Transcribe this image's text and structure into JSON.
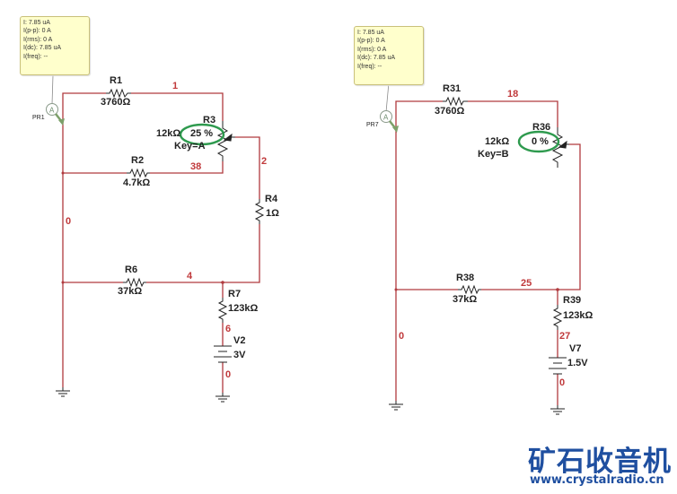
{
  "colors": {
    "wire": "#b03a3e",
    "component": "#222222",
    "net_label": "#c0393b",
    "highlight_ellipse": "#2e9a4e",
    "probe_bg": "#ffffcc",
    "probe_line": "#8a8a8a",
    "probe_arrow": "#7da06a",
    "logo": "#1f4fa0"
  },
  "left_circuit": {
    "probe": {
      "name": "PR1",
      "readings": [
        "I: 7.85 uA",
        "I(p-p): 0 A",
        "I(rms): 0 A",
        "I(dc): 7.85 uA",
        "I(freq): --"
      ],
      "icon": "ammeter-icon"
    },
    "components": {
      "R1": {
        "ref": "R1",
        "value": "3760Ω"
      },
      "R2": {
        "ref": "R2",
        "value": "4.7kΩ"
      },
      "R3": {
        "ref": "R3",
        "value": "12kΩ",
        "setting": "25 %",
        "key": "Key=A"
      },
      "R4": {
        "ref": "R4",
        "value": "1Ω"
      },
      "R6": {
        "ref": "R6",
        "value": "37kΩ"
      },
      "R7": {
        "ref": "R7",
        "value": "123kΩ"
      },
      "V2": {
        "ref": "V2",
        "value": "3V"
      }
    },
    "nets": {
      "n1": "1",
      "n38": "38",
      "n2": "2",
      "n0": "0",
      "n4": "4",
      "n6": "6",
      "n0b": "0"
    }
  },
  "right_circuit": {
    "probe": {
      "name": "PR7",
      "readings": [
        "I: 7.85 uA",
        "I(p-p): 0 A",
        "I(rms): 0 A",
        "I(dc): 7.85 uA",
        "I(freq): --"
      ],
      "icon": "ammeter-icon"
    },
    "components": {
      "R31": {
        "ref": "R31",
        "value": "3760Ω"
      },
      "R36": {
        "ref": "R36",
        "value": "12kΩ",
        "setting": "0 %",
        "key": "Key=B"
      },
      "R38": {
        "ref": "R38",
        "value": "37kΩ"
      },
      "R39": {
        "ref": "R39",
        "value": "123kΩ"
      },
      "V7": {
        "ref": "V7",
        "value": "1.5V"
      }
    },
    "nets": {
      "n18": "18",
      "n0": "0",
      "n25": "25",
      "n27": "27",
      "n0b": "0"
    }
  },
  "watermark": {
    "title": "矿石收音机",
    "url": "www.crystalradio.cn"
  }
}
